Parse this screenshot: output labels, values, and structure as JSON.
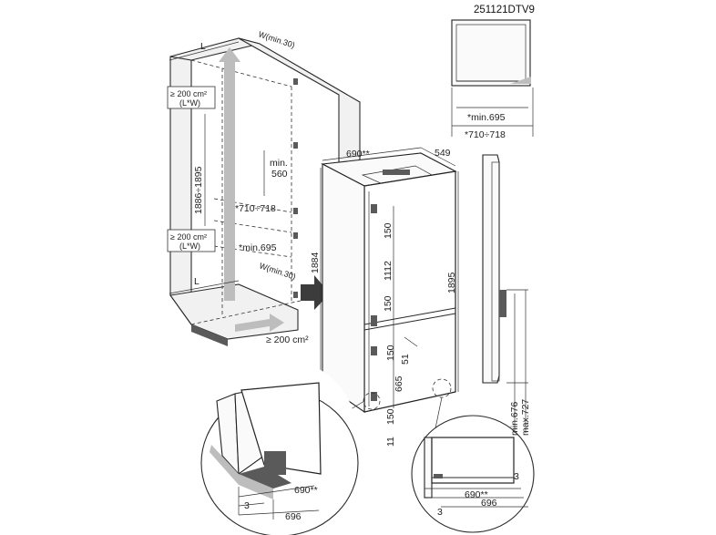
{
  "diagram_code": "251121DTV9",
  "niche": {
    "width_label": "L",
    "depth_label_top": "W(min.30)",
    "depth_label_bottom": "W(min.30)",
    "width_label_bottom": "L",
    "vent_top_line1": "≥ 200 cm²",
    "vent_top_line2": "(L*W)",
    "vent_bottom_line1": "≥ 200 cm²",
    "vent_bottom_line2": "(L*W)",
    "height_range": "1886÷1895",
    "depth_min_line1": "min.",
    "depth_min_line2": "560",
    "width_range": "*710÷718",
    "width_min": "*min.695",
    "floor_vent": "≥ 200 cm²"
  },
  "appliance": {
    "width": "690**",
    "depth": "549",
    "height_left": "1884",
    "height_right": "1895",
    "dim_150_a": "150",
    "dim_1112": "1112",
    "dim_150_b": "150",
    "dim_150_c": "150",
    "dim_51": "51",
    "dim_665": "665",
    "dim_150_d": "150",
    "dim_11": "11"
  },
  "top_view": {
    "width_min": "*min.695",
    "width_range": "*710÷718"
  },
  "door_panel": {
    "min": "min.676",
    "max": "max.727"
  },
  "detail_left": {
    "dim_3": "3",
    "dim_690": "690**",
    "dim_696": "696"
  },
  "detail_right": {
    "dim_3_top": "3",
    "dim_690": "690**",
    "dim_696": "696",
    "dim_3_bottom": "3"
  }
}
